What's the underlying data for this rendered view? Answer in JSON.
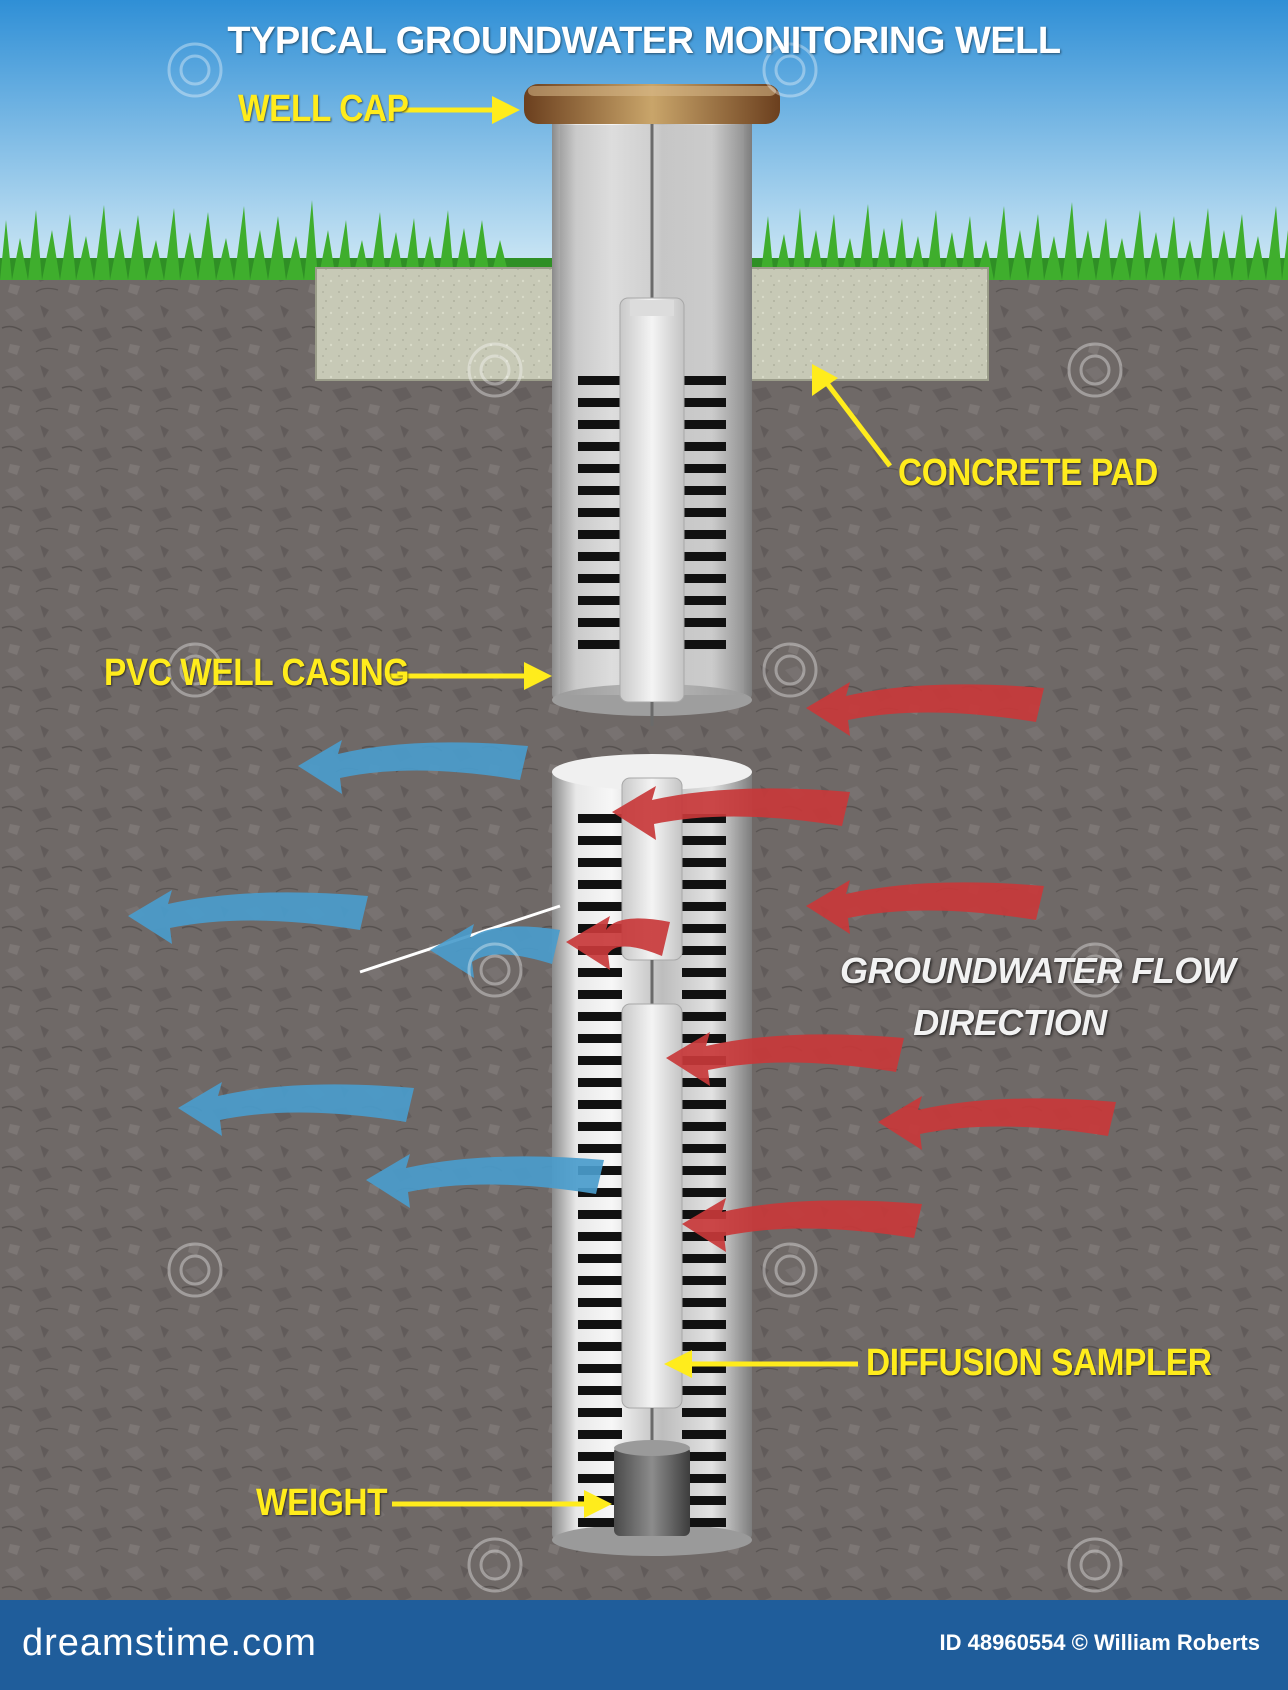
{
  "title": "TYPICAL GROUNDWATER MONITORING WELL",
  "labels": {
    "well_cap": "WELL CAP",
    "concrete_pad": "CONCRETE PAD",
    "pvc_casing": "PVC WELL CASING",
    "flow_line1": "GROUNDWATER FLOW",
    "flow_line2": "DIRECTION",
    "diffusion_sampler": "DIFFUSION SAMPLER",
    "weight": "WEIGHT"
  },
  "footer": {
    "brand": "dreamstime.com",
    "credit": "ID 48960554 © William Roberts"
  },
  "colors": {
    "sky_top": "#2f8fd6",
    "sky_bottom": "#cfe7f5",
    "soil": "#6f6968",
    "label_yellow": "#ffec1c",
    "inflow_red": "#c8383a",
    "outflow_blue": "#4a9ccc",
    "footer_blue": "#1f5d9b"
  }
}
